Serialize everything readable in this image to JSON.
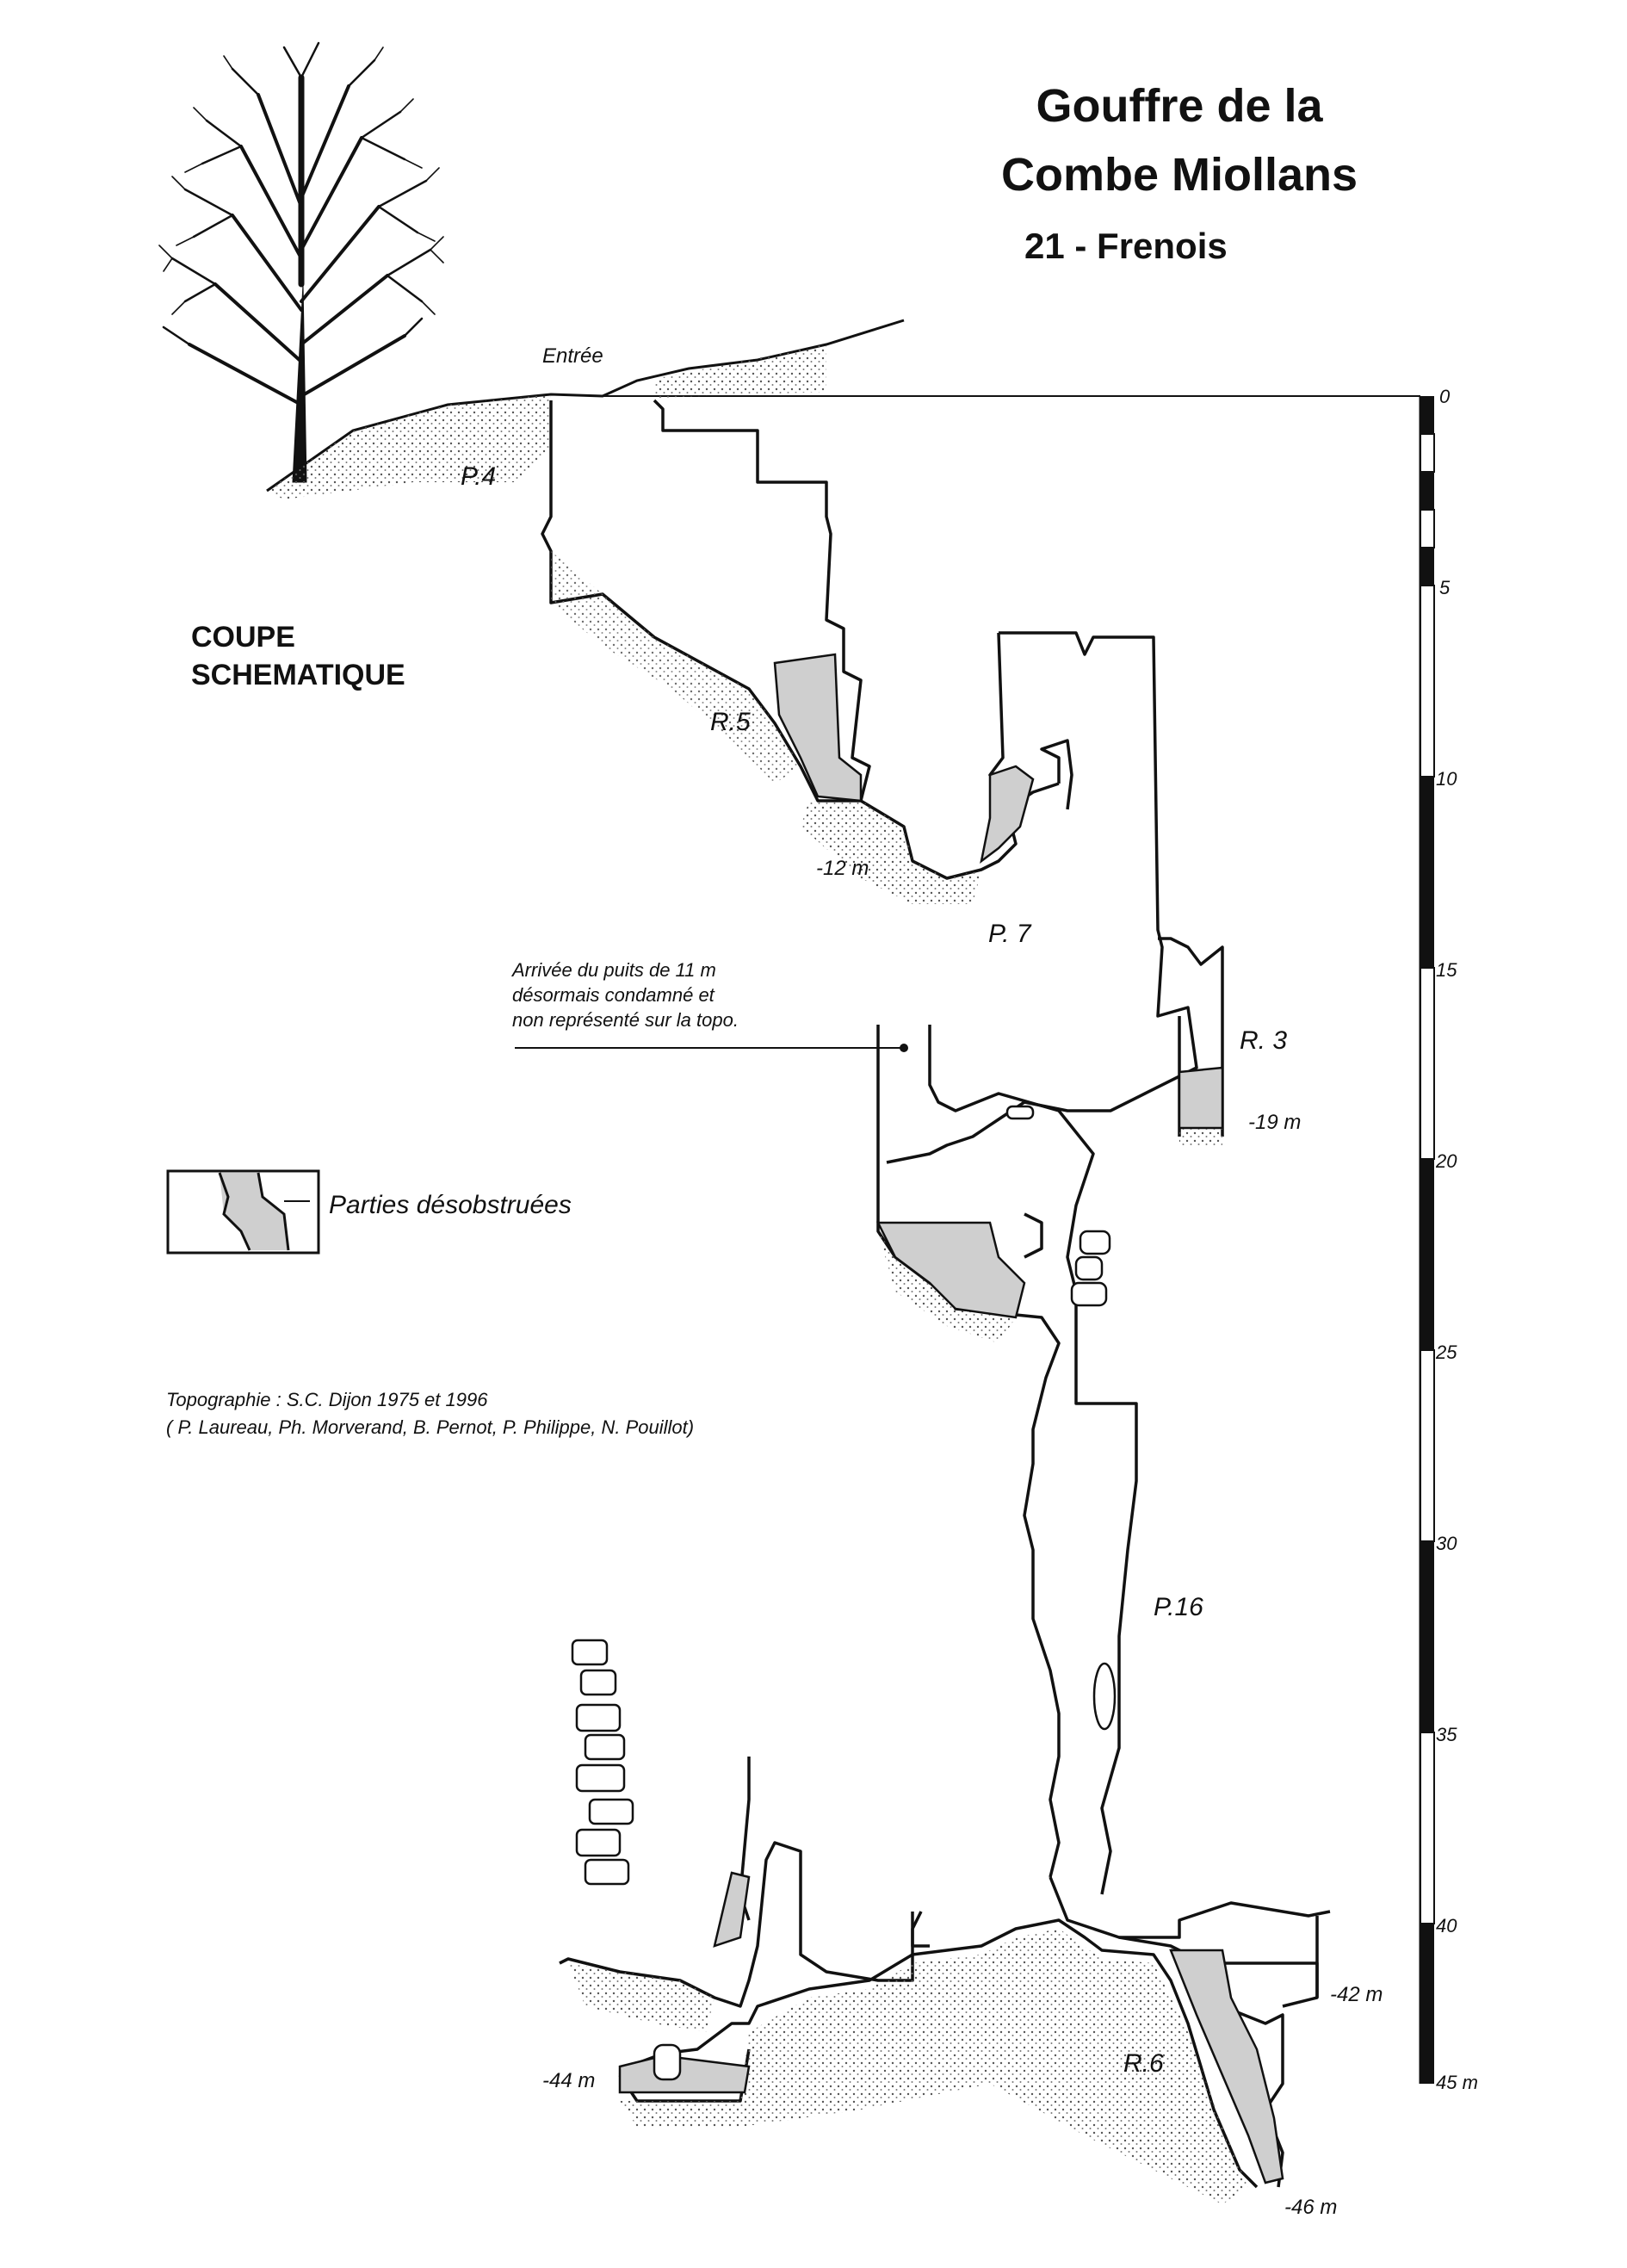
{
  "title": {
    "line1": "Gouffre de la",
    "line2": "Combe Miollans",
    "location": "21 - Frenois"
  },
  "section_label": {
    "line1": "COUPE",
    "line2": "SCHEMATIQUE"
  },
  "entrance_label": "Entrée",
  "pitch_labels": {
    "p4": "P.4",
    "r5": "R.5",
    "p7": "P. 7",
    "r3": "R. 3",
    "p16": "P.16",
    "r6": "R.6"
  },
  "depth_labels": {
    "d12": "-12 m",
    "d19": "-19 m",
    "d42": "-42 m",
    "d44": "-44 m",
    "d46": "-46 m"
  },
  "annotation": {
    "line1": "Arrivée du puits de 11 m",
    "line2": "désormais condamné et",
    "line3": "non représenté sur la topo."
  },
  "legend": {
    "label": "Parties désobstruées",
    "fill_color": "#cfcfcf"
  },
  "credits": {
    "line1": "Topographie : S.C. Dijon 1975 et 1996",
    "line2": "( P. Laureau, Ph. Morverand, B. Pernot, P. Philippe, N. Pouillot)"
  },
  "scale": {
    "ticks": [
      "0",
      "5",
      "10",
      "15",
      "20",
      "25",
      "30",
      "35",
      "40",
      "45 m"
    ]
  },
  "colors": {
    "ink": "#111111",
    "cleared": "#cfcfcf",
    "ground_dots": "#555555"
  }
}
